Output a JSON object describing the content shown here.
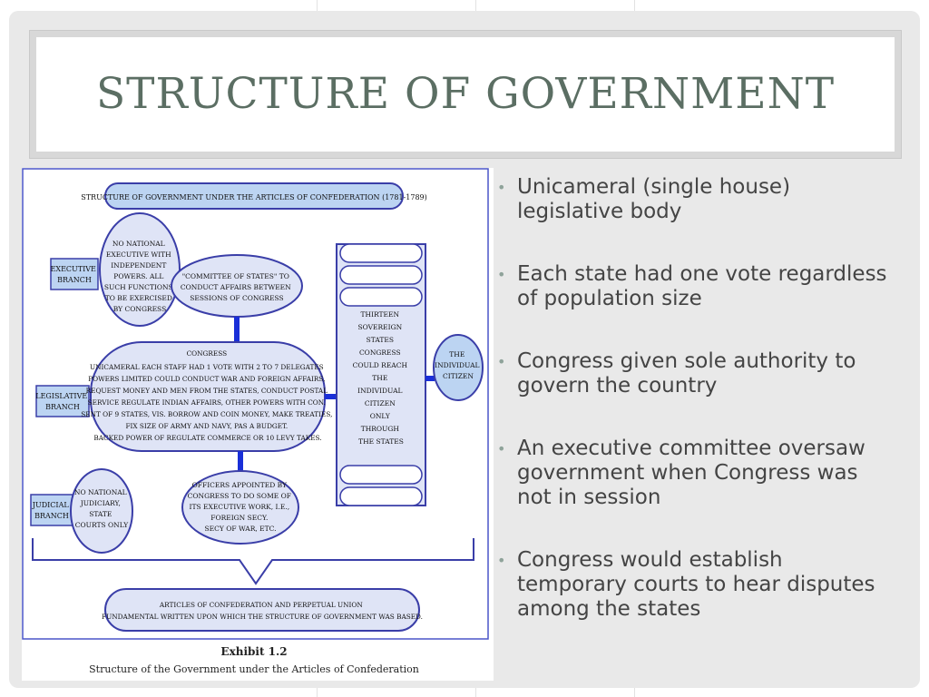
{
  "slide": {
    "title": "STRUCTURE OF GOVERNMENT"
  },
  "bullets": [
    "Unicameral (single house) legislative body",
    "Each state had one vote regardless of population size",
    "Congress given sole authority to govern the country",
    "An executive committee oversaw government when Congress was not in session",
    "Congress would establish temporary courts to hear disputes among the states"
  ],
  "diagram": {
    "header": "STRUCTURE OF GOVERNMENT UNDER THE ARTICLES OF CONFEDERATION (1781-1789)",
    "executive_label": [
      "EXECUTIVE",
      "BRANCH"
    ],
    "executive_note": [
      "NO NATIONAL",
      "EXECUTIVE WITH",
      "INDEPENDENT",
      "POWERS.  ALL",
      "SUCH  FUNCTIONS",
      "TO BE EXERCISED",
      "BY CONGRESS"
    ],
    "committee": [
      "\"COMMITTEE OF STATES\" TO",
      "CONDUCT AFFAIRS BETWEEN",
      "SESSIONS OF CONGRESS"
    ],
    "legislative_label": [
      "LEGISLATIVE",
      "BRANCH"
    ],
    "congress": [
      "CONGRESS",
      "UNICAMERAL EACH  STAFF HAD 1 VOTE WITH 2 TO 7 DELEGATES",
      "POWERS LIMITED COULD CONDUCT WAR AND FOREIGN AFFAIRS,",
      "REQUEST MONEY AND MEN FROM THE STATES, CONDUCT POSTAL",
      "SERVICE REGULATE INDIAN AFFAIRS, OTHER POWERS WITH CON.",
      "SENT OF 9 STATES, VIS. BORROW AND COIN MONEY, MAKE TREATIES,",
      "FIX SIZE OF ARMY AND NAVY, PAS A BUDGET.",
      "BACKED POWER OF REGULATE COMMERCE OR 10 LEVY TAKES."
    ],
    "states": [
      "THIRTEEN",
      "SOVEREIGN",
      "STATES",
      "CONGRESS",
      "COULD REACH",
      "THE",
      "INDIVIDUAL",
      "CITIZEN",
      "ONLY",
      "THROUGH",
      "THE STATES"
    ],
    "citizen": [
      "THE",
      "INDIVIDUAL",
      "CITIZEN"
    ],
    "judicial_label": [
      "JUDICIAL",
      "BRANCH"
    ],
    "judicial_note": [
      "NO NATIONAL",
      "JUDICIARY,",
      "STATE",
      "COURTS ONLY"
    ],
    "officers": [
      "OFFICERS APPOINTED BY",
      "CONGRESS TO DO SOME OF",
      "ITS EXECUTIVE WORK, I.E.,",
      "FOREIGN SECY.",
      "SECY OF WAR, ETC."
    ],
    "articles": [
      "ARTICLES OF CONFEDERATION AND PERPETUAL UNION",
      "FUNDAMENTAL WRITTEN UPON WHICH THE STRUCTURE OF GOVERNMENT WAS BASED."
    ],
    "exhibit_title": "Exhibit 1.2",
    "exhibit_caption": "Structure of the Government under the Articles of Confederation"
  },
  "colors": {
    "title": "#5b6e63",
    "bullet_text": "#444444",
    "outline": "#3a3ea8",
    "fill": "#dfe4f6",
    "label_fill": "#bcd4f2"
  }
}
